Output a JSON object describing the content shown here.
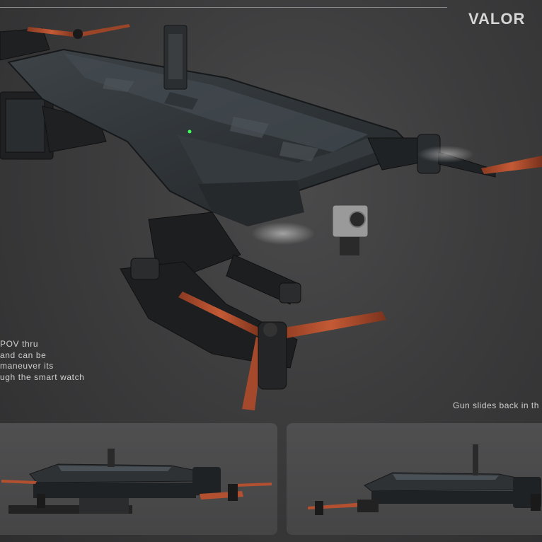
{
  "header": {
    "title": "VALOR"
  },
  "captions": {
    "left_lines": [
      "POV thru",
      "and can be",
      "maneuver its",
      "ugh the smart watch"
    ],
    "right": "Gun slides back in th"
  },
  "colors": {
    "background": "#3a3a3b",
    "panel": "#4b4b4c",
    "propeller": "#b3502f",
    "drone_body": "#2f3336",
    "text": "#d0d0d0"
  },
  "images": {
    "hero": "drone-hero-render",
    "left_panel": "drone-side-view-gun-extended",
    "right_panel": "drone-side-view-gun-retracted"
  }
}
